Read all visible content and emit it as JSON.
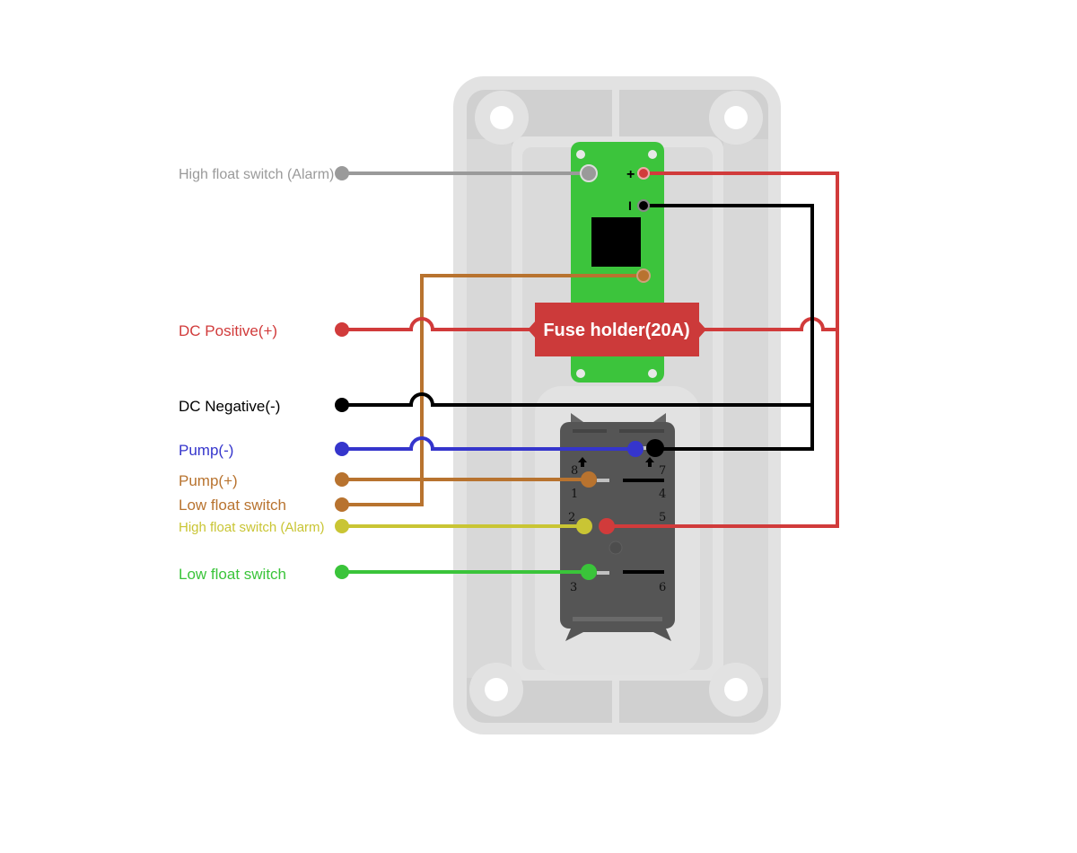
{
  "diagram": {
    "title": "Bilge pump switch panel wiring",
    "colors": {
      "red": "#d13b3b",
      "black": "#000000",
      "blue": "#3535cc",
      "brown": "#b8732f",
      "yellow": "#c9c534",
      "green": "#3ac43a",
      "gray": "#9a9a9a",
      "pcb_green": "#3cc43c",
      "switch_body": "#555555",
      "panel_outer": "#e2e2e2",
      "panel_inner": "#cfcfcf",
      "fuse_red": "#cc3a3a"
    },
    "labels": [
      {
        "id": "high-float-alarm-top",
        "text": "High  float switch (Alarm)",
        "color": "#9a9a9a"
      },
      {
        "id": "dc-positive",
        "text": "DC Positive(+)",
        "color": "#d13b3b"
      },
      {
        "id": "dc-negative",
        "text": "DC Negative(-)",
        "color": "#000000"
      },
      {
        "id": "pump-negative",
        "text": "Pump(-)",
        "color": "#3535cc"
      },
      {
        "id": "pump-positive",
        "text": "Pump(+)",
        "color": "#b8732f"
      },
      {
        "id": "low-float-brown",
        "text": "Low float switch",
        "color": "#b8732f"
      },
      {
        "id": "high-float-alarm-yellow",
        "text": "High float switch (Alarm)",
        "color": "#c9c534"
      },
      {
        "id": "low-float-green",
        "text": "Low float switch",
        "color": "#3ac43a"
      }
    ],
    "fuse": {
      "label": "Fuse holder(20A)"
    },
    "pcb": {
      "plus_label": "+",
      "minus_label": "I"
    },
    "switch_pins": [
      "8",
      "7",
      "1",
      "4",
      "2",
      "5",
      "3",
      "6"
    ]
  }
}
